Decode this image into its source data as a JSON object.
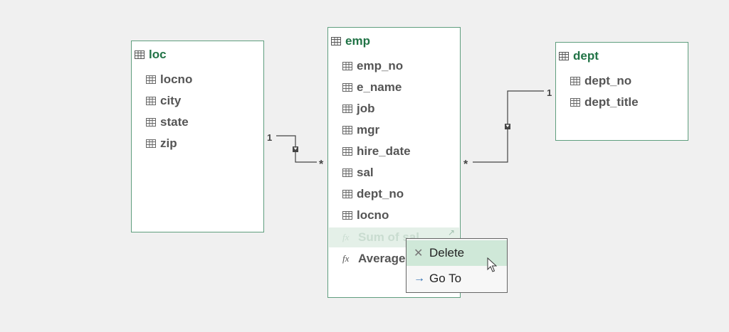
{
  "tables": {
    "loc": {
      "title": "loc",
      "fields": [
        "locno",
        "city",
        "state",
        "zip"
      ]
    },
    "emp": {
      "title": "emp",
      "fields": [
        "emp_no",
        "e_name",
        "job",
        "mgr",
        "hire_date",
        "sal",
        "dept_no",
        "locno"
      ],
      "measures": [
        "Sum of sal",
        "Average"
      ]
    },
    "dept": {
      "title": "dept",
      "fields": [
        "dept_no",
        "dept_title"
      ]
    }
  },
  "relationships": {
    "loc_emp": {
      "one_label": "1",
      "many_label": "*"
    },
    "dept_emp": {
      "one_label": "1",
      "many_label": "*"
    }
  },
  "context_menu": {
    "items": [
      {
        "label": "Delete",
        "icon": "x-icon"
      },
      {
        "label": "Go To",
        "icon": "arrow-right-icon"
      }
    ]
  },
  "colors": {
    "accent": "#217346",
    "border": "#5f9e7e",
    "hover": "#cfe8d8"
  }
}
